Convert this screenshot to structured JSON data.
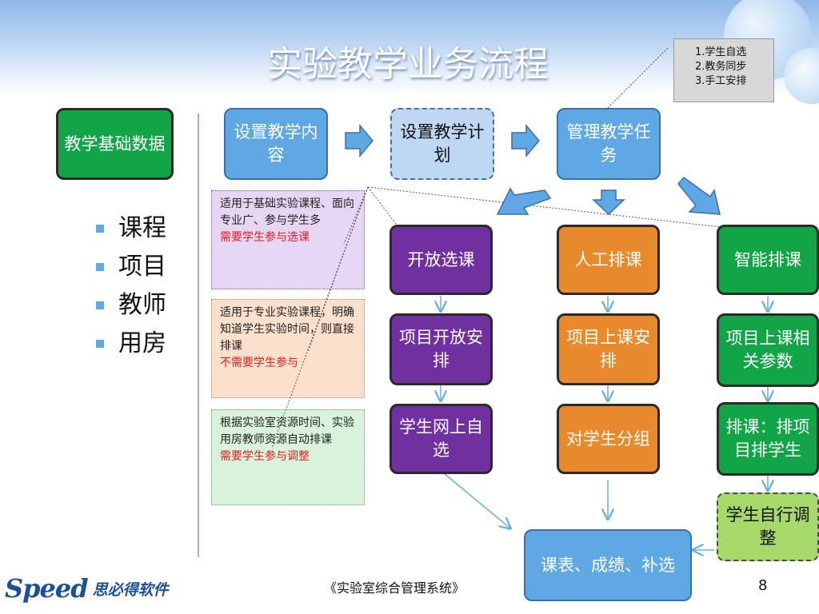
{
  "slide": {
    "title": "实验教学业务流程",
    "note_lines": [
      "1.学生自选",
      "2.教务同步",
      "3.手工安排"
    ],
    "left_box": "教学基础数据",
    "bullets": [
      "课程",
      "项目",
      "教师",
      "用房"
    ],
    "descriptions": [
      {
        "text": "适用于基础实验课程、面向专业广、参与学生多",
        "highlight": "需要学生参与选课"
      },
      {
        "text": "适用于专业实验课程，明确知道学生实验时间，则直接排课",
        "highlight": "不需要学生参与"
      },
      {
        "text": "根据实验室资源时间、实验用房教师资源自动排课",
        "highlight": "需要学生参与调整"
      }
    ],
    "top_flow": [
      "设置教学内容",
      "设置教学计划",
      "管理教学任务"
    ],
    "columns": [
      {
        "color": "purple",
        "steps": [
          "开放选课",
          "项目开放安排",
          "学生网上自选"
        ]
      },
      {
        "color": "orange",
        "steps": [
          "人工排课",
          "项目上课安排",
          "对学生分组"
        ]
      },
      {
        "color": "green",
        "steps": [
          "智能排课",
          "项目上课相关参数",
          "排课：排项目排学生",
          "学生自行调整"
        ]
      }
    ],
    "result_box": "课表、成绩、补选",
    "footer": "《实验室综合管理系统》",
    "page_number": "8",
    "logo_text": "Speed",
    "logo_cn": "思必得软件",
    "colors": {
      "blue": "#5fa8e4",
      "green": "#12a548",
      "purple": "#7030a0",
      "orange": "#e88a2c",
      "light_green": "#a6d96a"
    }
  }
}
